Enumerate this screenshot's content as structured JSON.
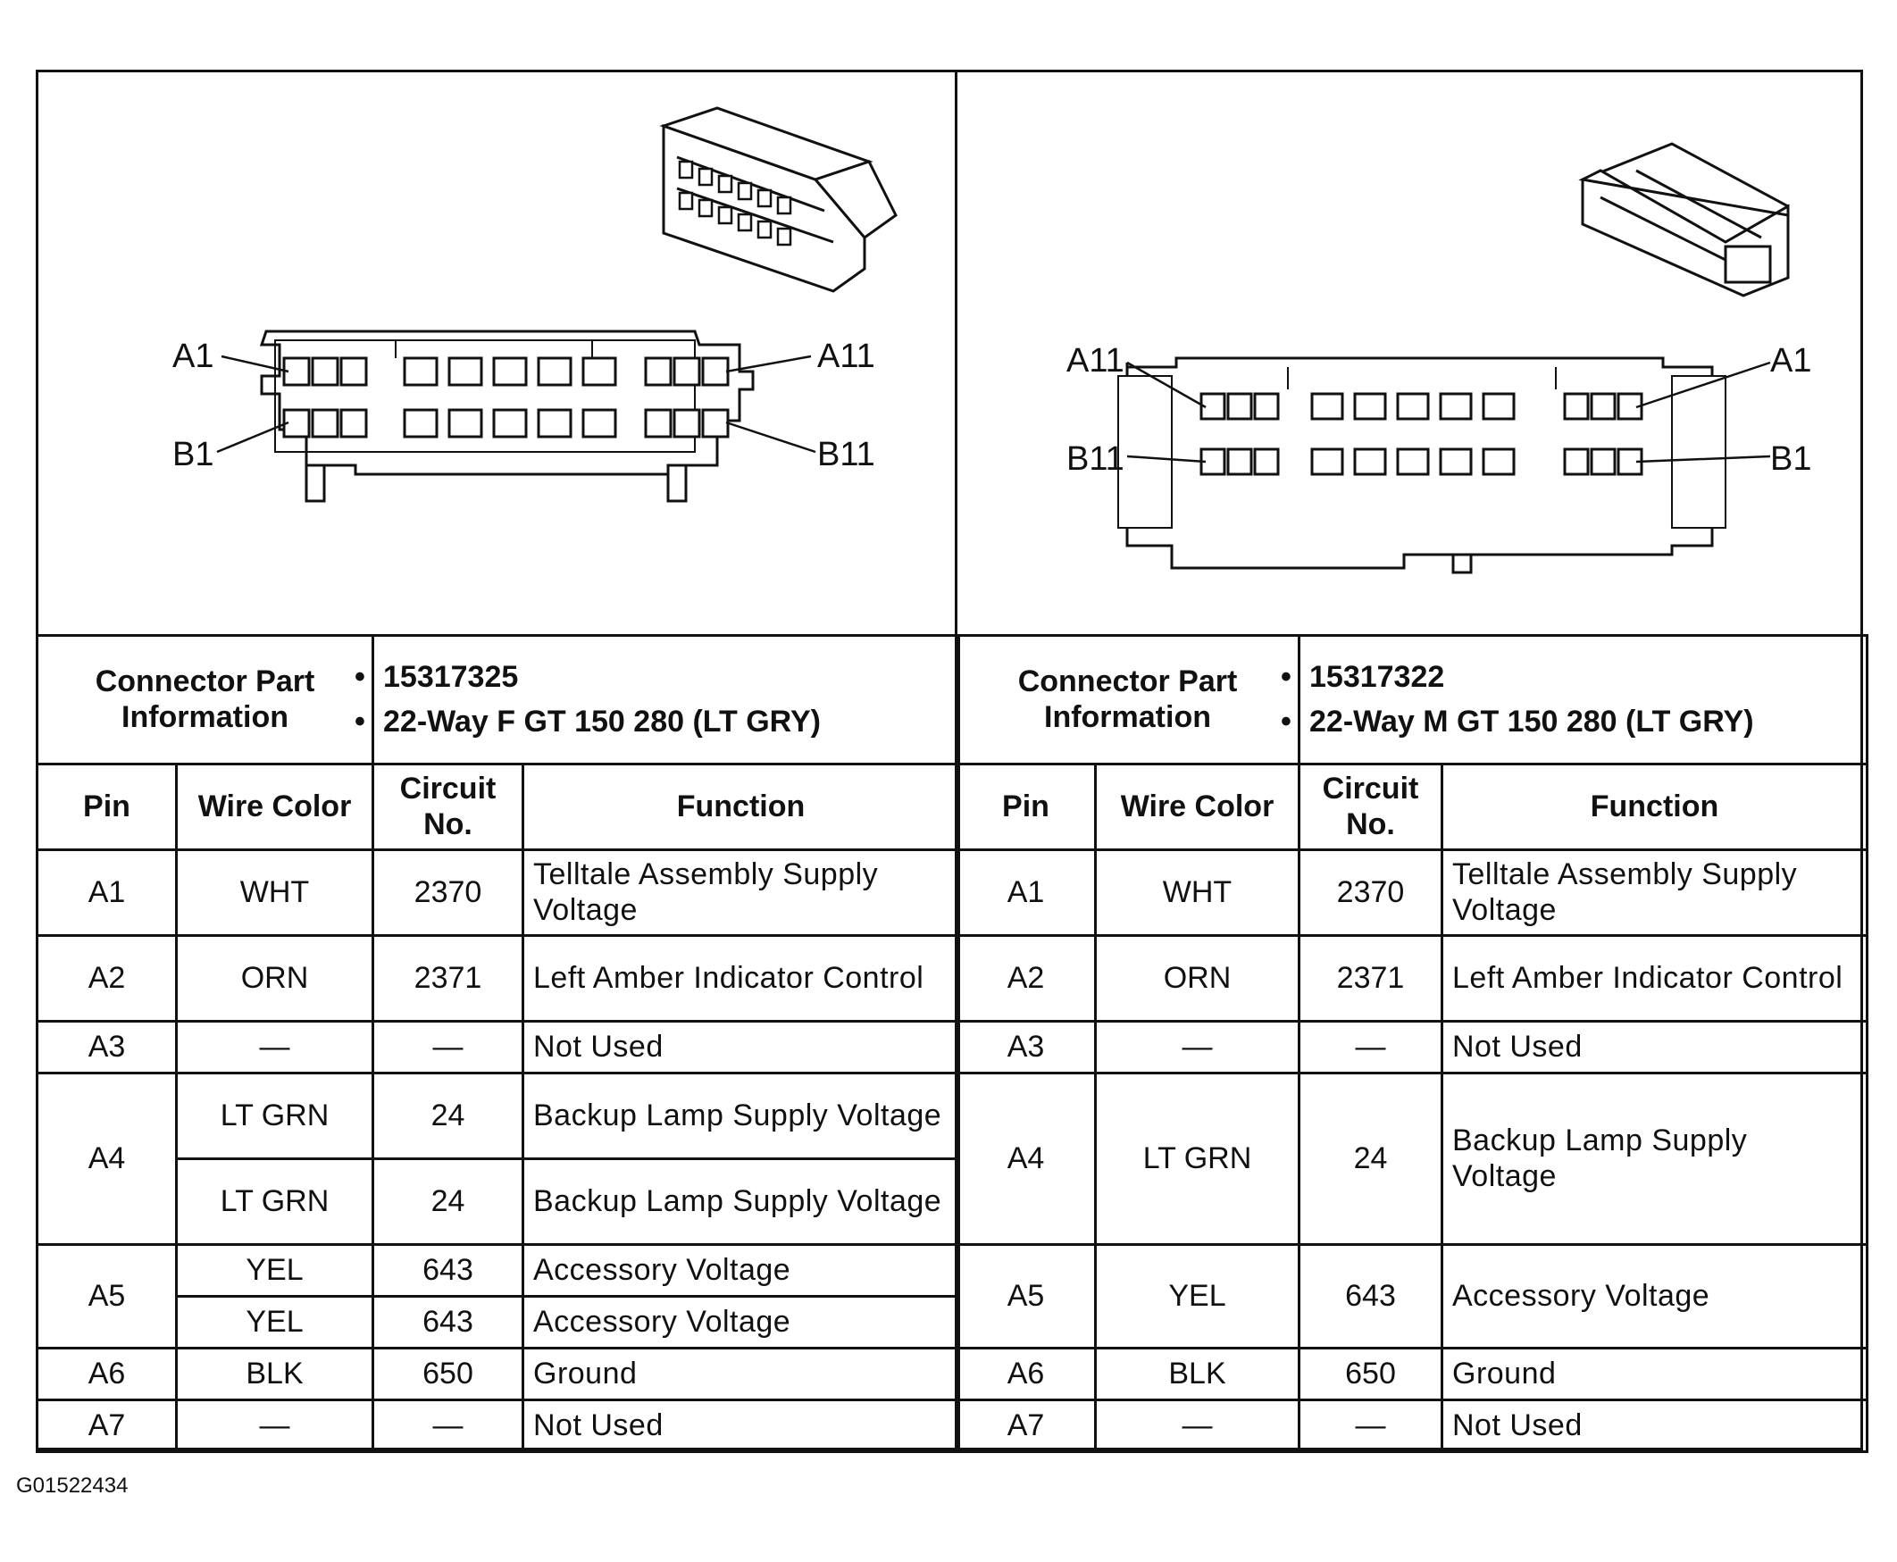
{
  "left": {
    "info_label": "Connector Part Information",
    "part_number": "15317325",
    "description": "22-Way F GT 150 280 (LT GRY)",
    "pin_labels": {
      "a_start": "A1",
      "a_end": "A11",
      "b_start": "B1",
      "b_end": "B11"
    },
    "headers": {
      "pin": "Pin",
      "wire_color": "Wire Color",
      "circuit": "Circuit No.",
      "function": "Function"
    },
    "rows": [
      {
        "pin": "A1",
        "wire": "WHT",
        "circuit": "2370",
        "function": "Telltale Assembly Supply Voltage"
      },
      {
        "pin": "A2",
        "wire": "ORN",
        "circuit": "2371",
        "function": "Left Amber Indicator Control"
      },
      {
        "pin": "A3",
        "wire": "—",
        "circuit": "—",
        "function": "Not Used"
      },
      {
        "pin": "A4",
        "wire": "LT GRN",
        "circuit": "24",
        "function": "Backup Lamp Supply Voltage"
      },
      {
        "wire": "LT GRN",
        "circuit": "24",
        "function": "Backup Lamp Supply Voltage"
      },
      {
        "pin": "A5",
        "wire": "YEL",
        "circuit": "643",
        "function": "Accessory Voltage"
      },
      {
        "wire": "YEL",
        "circuit": "643",
        "function": "Accessory Voltage"
      },
      {
        "pin": "A6",
        "wire": "BLK",
        "circuit": "650",
        "function": "Ground"
      },
      {
        "pin": "A7",
        "wire": "—",
        "circuit": "—",
        "function": "Not Used"
      }
    ]
  },
  "right": {
    "info_label": "Connector Part Information",
    "part_number": "15317322",
    "description": "22-Way M GT 150 280 (LT GRY)",
    "pin_labels": {
      "a_start": "A1",
      "a_end": "A11",
      "b_start": "B1",
      "b_end": "B11"
    },
    "headers": {
      "pin": "Pin",
      "wire_color": "Wire Color",
      "circuit": "Circuit No.",
      "function": "Function"
    },
    "rows": [
      {
        "pin": "A1",
        "wire": "WHT",
        "circuit": "2370",
        "function": "Telltale Assembly Supply Voltage"
      },
      {
        "pin": "A2",
        "wire": "ORN",
        "circuit": "2371",
        "function": "Left Amber Indicator Control"
      },
      {
        "pin": "A3",
        "wire": "—",
        "circuit": "—",
        "function": "Not Used"
      },
      {
        "pin": "A4",
        "wire": "LT GRN",
        "circuit": "24",
        "function": "Backup Lamp Supply Voltage"
      },
      {
        "pin": "A5",
        "wire": "YEL",
        "circuit": "643",
        "function": "Accessory Voltage"
      },
      {
        "pin": "A6",
        "wire": "BLK",
        "circuit": "650",
        "function": "Ground"
      },
      {
        "pin": "A7",
        "wire": "—",
        "circuit": "—",
        "function": "Not Used"
      }
    ]
  },
  "figure_id": "G01522434"
}
